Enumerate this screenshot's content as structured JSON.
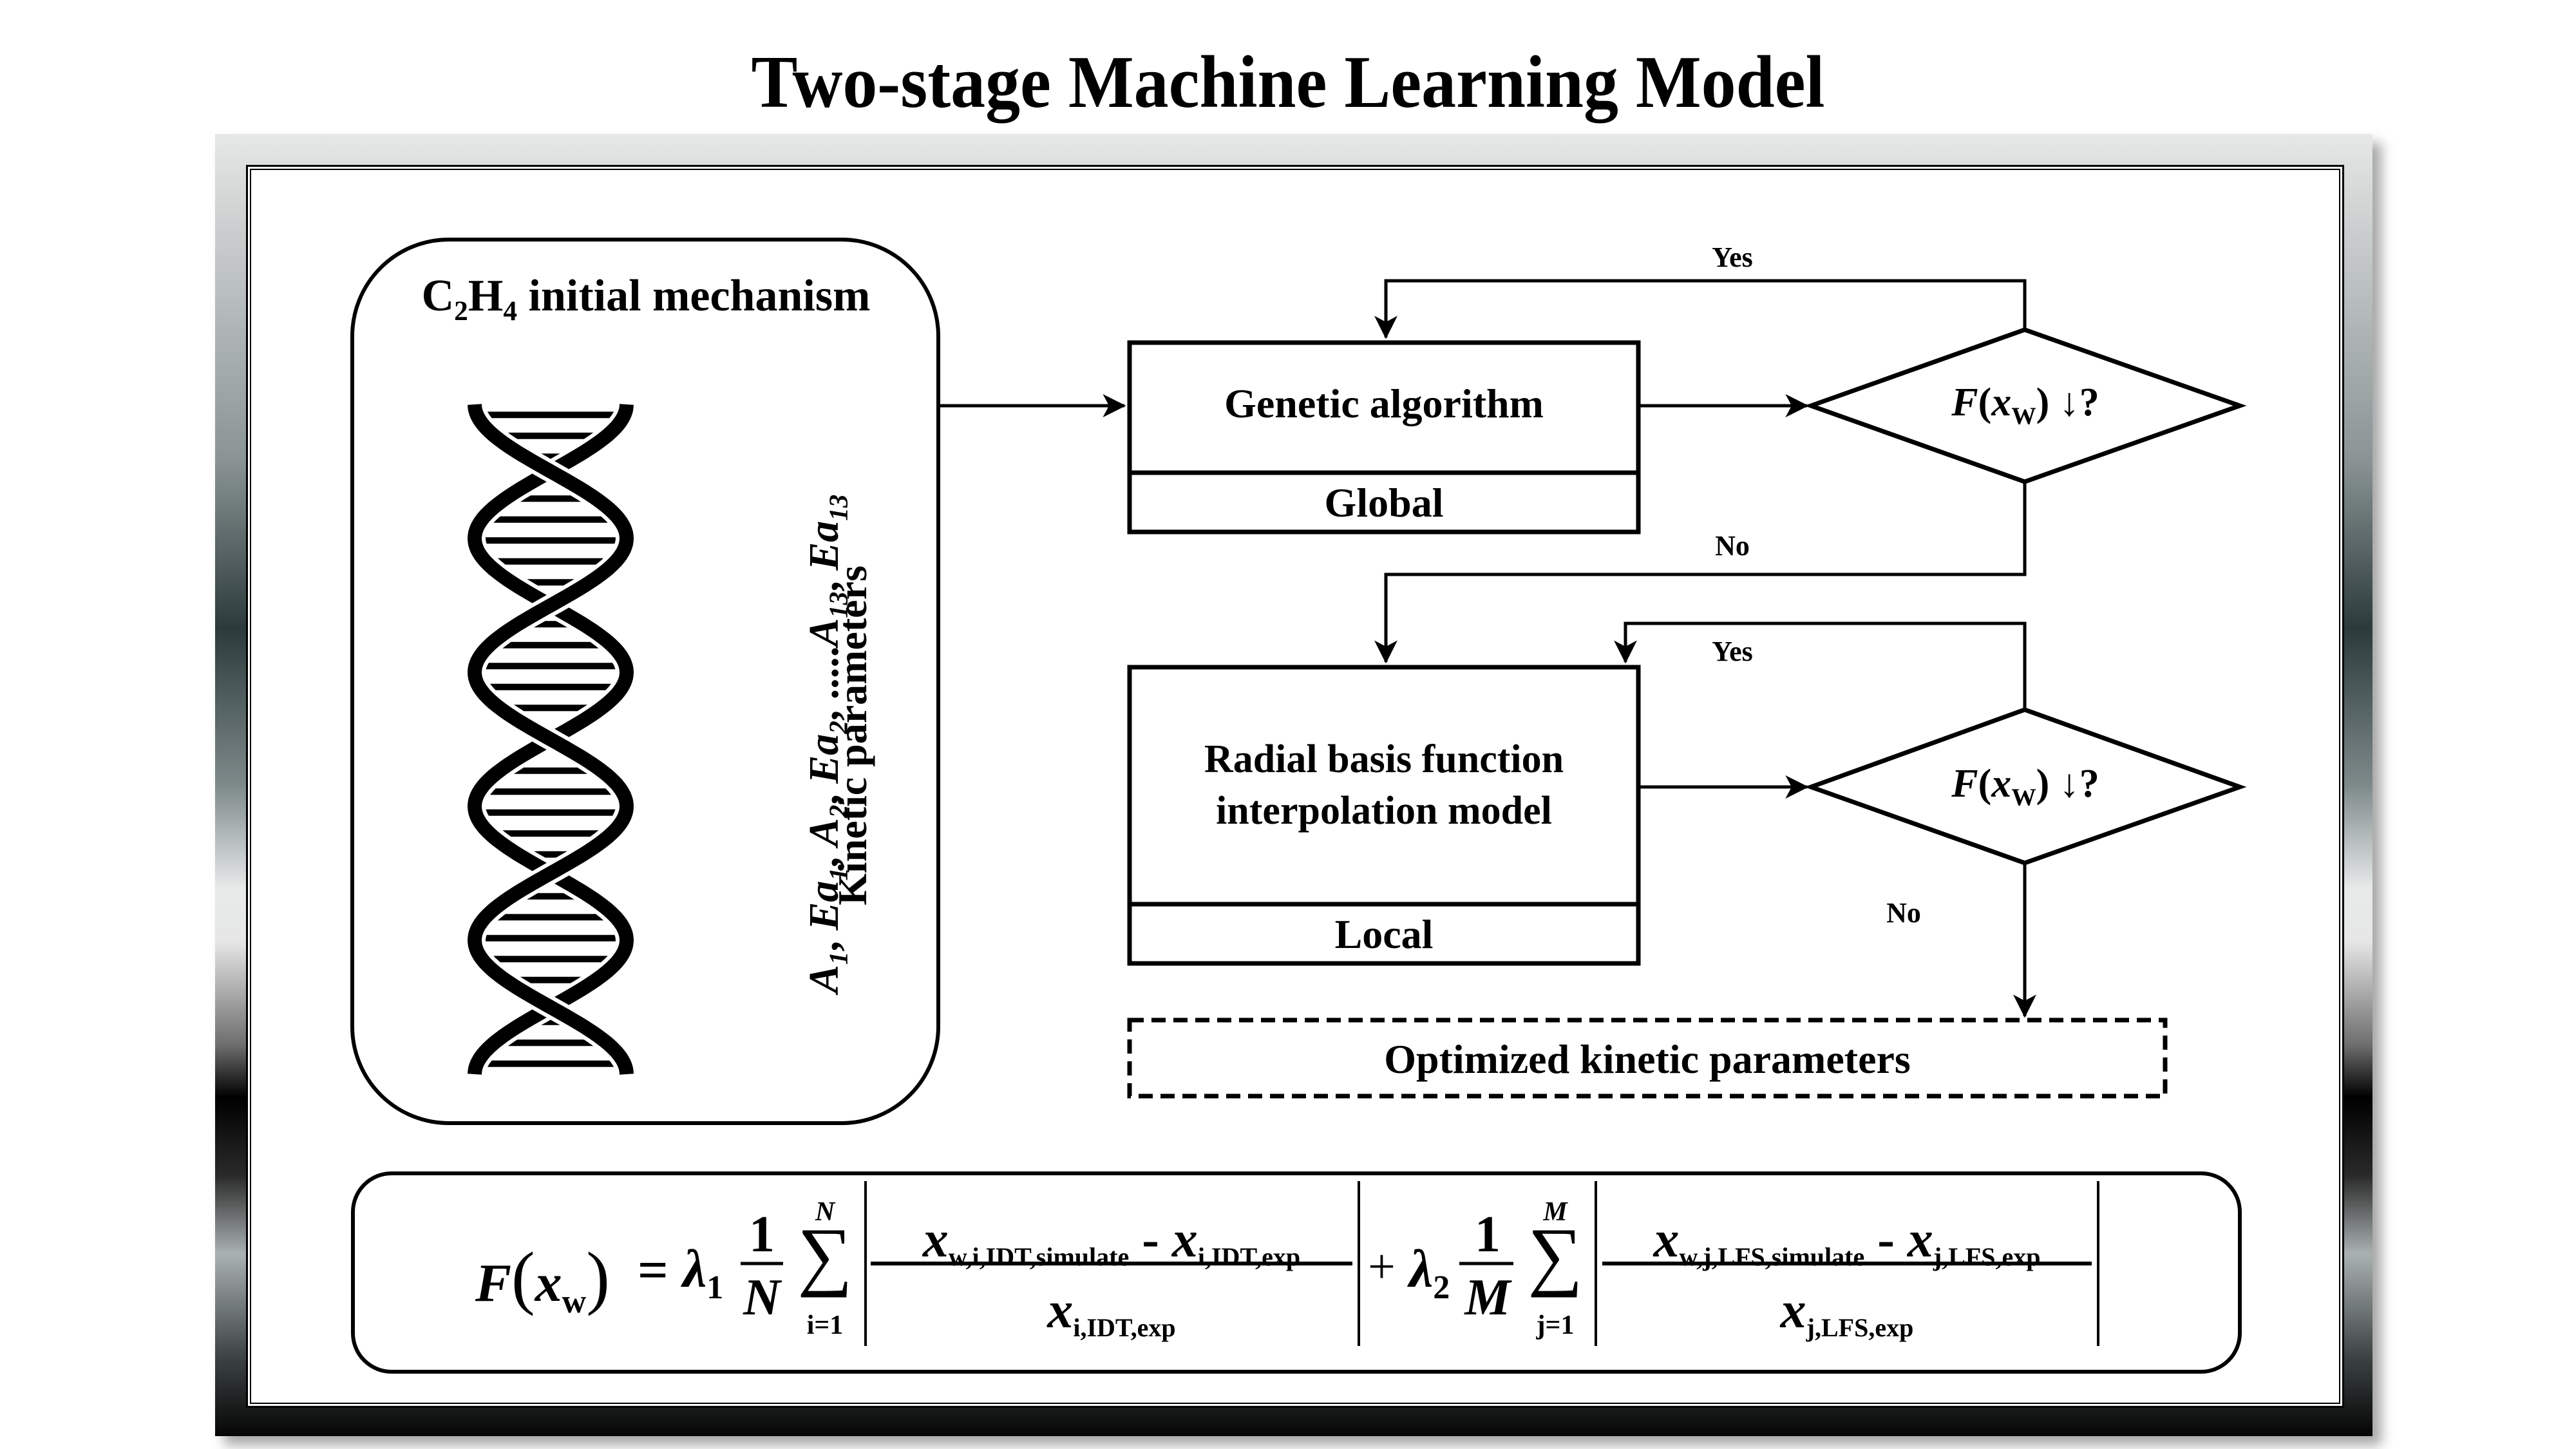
{
  "title": "Two-stage Machine Learning Model",
  "mechanism_box": {
    "title_prefix": "C",
    "title_sub1": "2",
    "title_mid": "H",
    "title_sub2": "4",
    "title_suffix": " initial mechanism",
    "icon": "dna-double-helix-icon",
    "params": [
      {
        "base": "A",
        "sub": "1",
        "sep": ", "
      },
      {
        "base": "Ea",
        "sub": "1",
        "sep": ", "
      },
      {
        "base": "A",
        "sub": "2",
        "sep": ", "
      },
      {
        "base": "Ea",
        "sub": "2",
        "sep": ", .....",
        "note": ""
      },
      {
        "base": "A",
        "sub": "13",
        "sep": ", "
      },
      {
        "base": "Ea",
        "sub": "13",
        "sep": ""
      }
    ],
    "params_caption": "Kinetic parameters"
  },
  "stage1": {
    "process_label": "Genetic algorithm",
    "scope_label": "Global",
    "decision": {
      "func": "F",
      "var": "x",
      "var_sub": "W",
      "suffix": " ↓?"
    },
    "yes_label": "Yes",
    "no_label": "No"
  },
  "stage2": {
    "process_label_line1": "Radial basis function",
    "process_label_line2": "interpolation model",
    "scope_label": "Local",
    "decision": {
      "func": "F",
      "var": "x",
      "var_sub": "W",
      "suffix": " ↓?"
    },
    "yes_label": "Yes",
    "no_label": "No"
  },
  "output_box": {
    "label": "Optimized kinetic parameters"
  },
  "formula": {
    "lhs_func": "F",
    "lhs_var": "x",
    "lhs_sub": "w",
    "equals": "=",
    "lambda1": "λ",
    "lambda1_sub": "1",
    "frac1_num": "1",
    "frac1_den": "N",
    "sum1_upper": "N",
    "sum1_lower": "i=1",
    "term1_num_a": "x",
    "term1_num_a_sub": "w,i,IDT,simulate",
    "term1_minus": "-",
    "term1_num_b": "x",
    "term1_num_b_sub": "i,IDT,exp",
    "term1_den": "x",
    "term1_den_sub": "i,IDT,exp",
    "plus": "+",
    "lambda2": "λ",
    "lambda2_sub": "2",
    "frac2_num": "1",
    "frac2_den": "M",
    "sum2_upper": "M",
    "sum2_lower": "j=1",
    "term2_num_a": "x",
    "term2_num_a_sub": "w,j,LFS,simulate",
    "term2_minus": "-",
    "term2_num_b": "x",
    "term2_num_b_sub": "j,LFS,exp",
    "term2_den": "x",
    "term2_den_sub": "j,LFS,exp",
    "sigma": "∑"
  }
}
